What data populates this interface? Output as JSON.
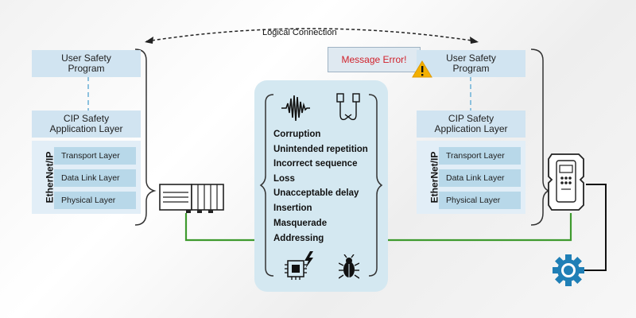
{
  "logical_connection": "Logical Connection",
  "message_error": "Message Error!",
  "left": {
    "user_safety_program": "User Safety\nProgram",
    "cip_safety_layer": "CIP Safety\nApplication Layer",
    "stack_label": "EtherNet/IP",
    "layers": [
      "Transport Layer",
      "Data Link Layer",
      "Physical Layer"
    ]
  },
  "right": {
    "user_safety_program": "User Safety\nProgram",
    "cip_safety_layer": "CIP Safety\nApplication Layer",
    "stack_label": "EtherNet/IP",
    "layers": [
      "Transport Layer",
      "Data Link Layer",
      "Physical Layer"
    ]
  },
  "threats": [
    "Corruption",
    "Unintended repetition",
    "Incorrect sequence",
    "Loss",
    "Unacceptable delay",
    "Insertion",
    "Masquerade",
    "Addressing"
  ],
  "icons": {
    "top": [
      "waveform-icon",
      "cable-plug-icon"
    ],
    "bottom": [
      "chip-lightning-icon",
      "bug-icon"
    ],
    "devices": [
      "plc-controller-icon",
      "drive-device-icon",
      "gear-icon"
    ],
    "warning": "warning-icon"
  },
  "colors": {
    "box_dark": "#d1e4f1",
    "box_light": "#e2eef7",
    "layer_box": "#b8d8e9",
    "center_panel": "#d4e8f1",
    "network_line": "#3e9a2e",
    "error_text": "#d0202a",
    "warning": "#f3b000",
    "gear": "#1f7fb6"
  }
}
